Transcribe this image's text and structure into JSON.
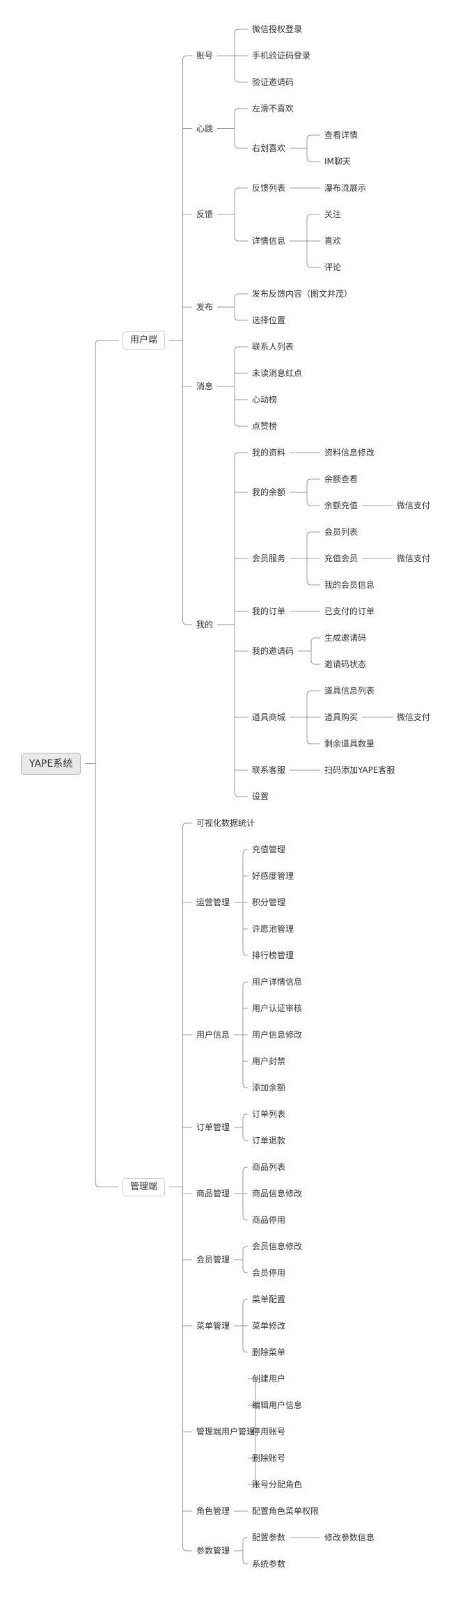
{
  "diagram": {
    "root": {
      "label": "YAPE系统",
      "children": [
        {
          "label": "用户端",
          "children": [
            {
              "label": "账号",
              "children": [
                {
                  "label": "微信授权登录"
                },
                {
                  "label": "手机验证码登录"
                },
                {
                  "label": "验证邀请码"
                }
              ]
            },
            {
              "label": "心跳",
              "children": [
                {
                  "label": "左滑不喜欢"
                },
                {
                  "label": "右划喜欢",
                  "children": [
                    {
                      "label": "查看详情"
                    },
                    {
                      "label": "IM聊天"
                    }
                  ]
                }
              ]
            },
            {
              "label": "反馈",
              "children": [
                {
                  "label": "反馈列表",
                  "children": [
                    {
                      "label": "瀑布流展示"
                    }
                  ]
                },
                {
                  "label": "详情信息",
                  "children": [
                    {
                      "label": "关注"
                    },
                    {
                      "label": "喜欢"
                    },
                    {
                      "label": "评论"
                    }
                  ]
                }
              ]
            },
            {
              "label": "发布",
              "children": [
                {
                  "label": "发布反馈内容（图文并茂）"
                },
                {
                  "label": "选择位置"
                }
              ]
            },
            {
              "label": "消息",
              "children": [
                {
                  "label": "联系人列表"
                },
                {
                  "label": "未读消息红点"
                },
                {
                  "label": "心动榜"
                },
                {
                  "label": "点赞榜"
                }
              ]
            },
            {
              "label": "我的",
              "children": [
                {
                  "label": "我的资料",
                  "children": [
                    {
                      "label": "资料信息修改"
                    }
                  ]
                },
                {
                  "label": "我的余额",
                  "children": [
                    {
                      "label": "余额查看"
                    },
                    {
                      "label": "余额充值",
                      "children": [
                        {
                          "label": "微信支付"
                        }
                      ]
                    }
                  ]
                },
                {
                  "label": "会员服务",
                  "children": [
                    {
                      "label": "会员列表"
                    },
                    {
                      "label": "充值会员",
                      "children": [
                        {
                          "label": "微信支付"
                        }
                      ]
                    },
                    {
                      "label": "我的会员信息"
                    }
                  ]
                },
                {
                  "label": "我的订单",
                  "children": [
                    {
                      "label": "已支付的订单"
                    }
                  ]
                },
                {
                  "label": "我的邀请码",
                  "children": [
                    {
                      "label": "生成邀请码"
                    },
                    {
                      "label": "邀请码状态"
                    }
                  ]
                },
                {
                  "label": "道具商城",
                  "children": [
                    {
                      "label": "道具信息列表"
                    },
                    {
                      "label": "道具购买",
                      "children": [
                        {
                          "label": "微信支付"
                        }
                      ]
                    },
                    {
                      "label": "剩余道具数量"
                    }
                  ]
                },
                {
                  "label": "联系客服",
                  "children": [
                    {
                      "label": "扫码添加YAPE客服"
                    }
                  ]
                },
                {
                  "label": "设置"
                }
              ]
            }
          ]
        },
        {
          "label": "管理端",
          "children": [
            {
              "label": "可视化数据统计"
            },
            {
              "label": "运营管理",
              "children": [
                {
                  "label": "充值管理"
                },
                {
                  "label": "好感度管理"
                },
                {
                  "label": "积分管理"
                },
                {
                  "label": "许愿池管理"
                },
                {
                  "label": "排行榜管理"
                }
              ]
            },
            {
              "label": "用户信息",
              "children": [
                {
                  "label": "用户详情信息"
                },
                {
                  "label": "用户认证审核"
                },
                {
                  "label": "用户信息修改"
                },
                {
                  "label": "用户封禁"
                },
                {
                  "label": "添加余额"
                }
              ]
            },
            {
              "label": "订单管理",
              "children": [
                {
                  "label": "订单列表"
                },
                {
                  "label": "订单退款"
                }
              ]
            },
            {
              "label": "商品管理",
              "children": [
                {
                  "label": "商品列表"
                },
                {
                  "label": "商品信息修改"
                },
                {
                  "label": "商品停用"
                }
              ]
            },
            {
              "label": "会员管理",
              "children": [
                {
                  "label": "会员信息修改"
                },
                {
                  "label": "会员停用"
                }
              ]
            },
            {
              "label": "菜单管理",
              "children": [
                {
                  "label": "菜单配置"
                },
                {
                  "label": "菜单修改"
                },
                {
                  "label": "删除菜单"
                }
              ]
            },
            {
              "label": "管理端用户管理",
              "children": [
                {
                  "label": "创建用户"
                },
                {
                  "label": "编辑用户信息"
                },
                {
                  "label": "停用账号"
                },
                {
                  "label": "删除账号"
                },
                {
                  "label": "账号分配角色"
                }
              ]
            },
            {
              "label": "角色管理",
              "children": [
                {
                  "label": "配置角色菜单权限"
                }
              ]
            },
            {
              "label": "参数管理",
              "children": [
                {
                  "label": "配置参数",
                  "children": [
                    {
                      "label": "修改参数信息"
                    }
                  ]
                },
                {
                  "label": "系统参数"
                }
              ]
            }
          ]
        }
      ]
    }
  },
  "colors": {
    "line": "#999999",
    "text": "#333333",
    "root_fill": "#e9e9e9"
  }
}
